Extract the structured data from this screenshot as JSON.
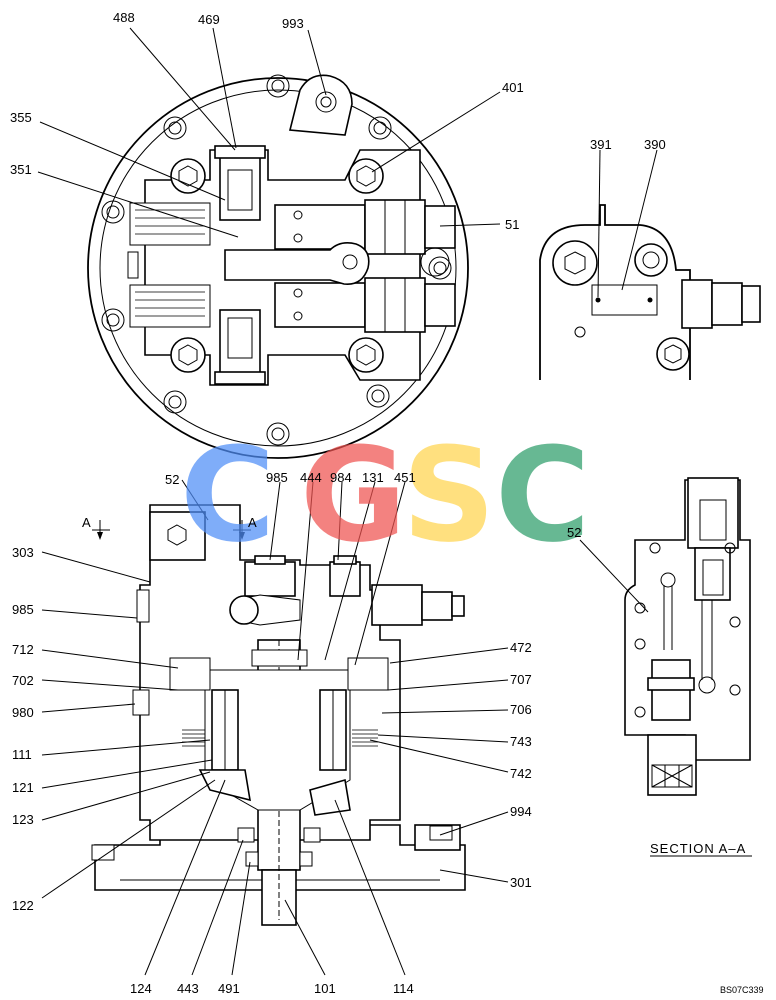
{
  "callouts": {
    "c488": "488",
    "c469": "469",
    "c993": "993",
    "c401": "401",
    "c355": "355",
    "c351": "351",
    "c51": "51",
    "c391": "391",
    "c390": "390",
    "c52a": "52",
    "c985a": "985",
    "c444": "444",
    "c984": "984",
    "c131": "131",
    "c451": "451",
    "c52b": "52",
    "c303": "303",
    "c985b": "985",
    "c712": "712",
    "c702": "702",
    "c980": "980",
    "c111": "111",
    "c121": "121",
    "c123": "123",
    "c122": "122",
    "c472": "472",
    "c707": "707",
    "c706": "706",
    "c743": "743",
    "c742": "742",
    "c994": "994",
    "c301": "301",
    "c124": "124",
    "c443": "443",
    "c491": "491",
    "c101": "101",
    "c114": "114"
  },
  "section_marks": {
    "left": "A",
    "right": "A"
  },
  "section_caption": "SECTION  A–A",
  "drawing_code": "BS07C339",
  "watermark": {
    "letters": [
      "C",
      "G",
      "S",
      "C"
    ],
    "colors": [
      "#4f8ef7",
      "#ef5350",
      "#ffd54f",
      "#2e9e6a"
    ]
  }
}
